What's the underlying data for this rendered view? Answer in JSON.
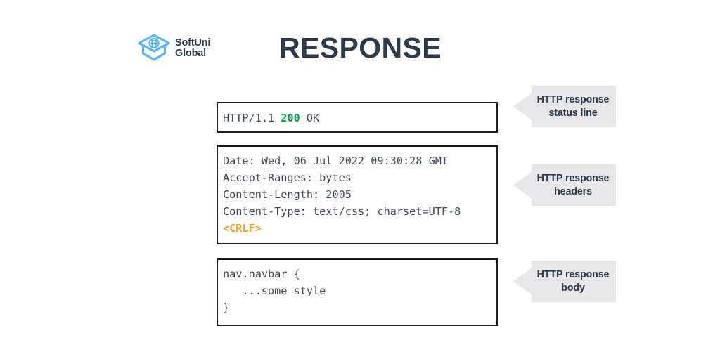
{
  "page": {
    "title": "RESPONSE",
    "background": "#ffffff",
    "navy": "#2c3a4b"
  },
  "brand": {
    "name": "SoftUni\nGlobal",
    "mark_icon": "graduation-cap-globe-icon",
    "mark_color": "#5bb3f0",
    "text_color": "#2c3a4b"
  },
  "code_boxes": [
    {
      "id": "status-line",
      "lines": [
        [
          {
            "text": "HTTP/1.1 ",
            "style": "plain"
          },
          {
            "text": "200",
            "style": "status-code"
          },
          {
            "text": " OK",
            "style": "plain"
          }
        ]
      ]
    },
    {
      "id": "headers",
      "lines": [
        [
          {
            "text": "Date: Wed, 06 Jul 2022 09:30:28 GMT",
            "style": "plain"
          }
        ],
        [
          {
            "text": "Accept-Ranges: bytes",
            "style": "plain"
          }
        ],
        [
          {
            "text": "Content-Length: 2005",
            "style": "plain"
          }
        ],
        [
          {
            "text": "Content-Type: text/css; charset=UTF-8",
            "style": "plain"
          }
        ],
        [
          {
            "text": "<CRLF>",
            "style": "crlf"
          }
        ]
      ]
    },
    {
      "id": "body",
      "lines": [
        [
          {
            "text": "nav.navbar {",
            "style": "plain"
          }
        ],
        [
          {
            "text": "   ...some style",
            "style": "plain"
          }
        ],
        [
          {
            "text": "}",
            "style": "plain"
          }
        ]
      ]
    }
  ],
  "callouts": [
    {
      "id": "status-line",
      "label": "HTTP response\nstatus line"
    },
    {
      "id": "headers",
      "label": "HTTP response\nheaders"
    },
    {
      "id": "body",
      "label": "HTTP response\nbody"
    }
  ],
  "colors": {
    "status_code_green": "#0aa14f",
    "crlf_orange": "#f0a02a",
    "code_text": "#3f4c5c",
    "box_border": "#1b1b1b",
    "callout_fill": "#e7e7e9"
  }
}
